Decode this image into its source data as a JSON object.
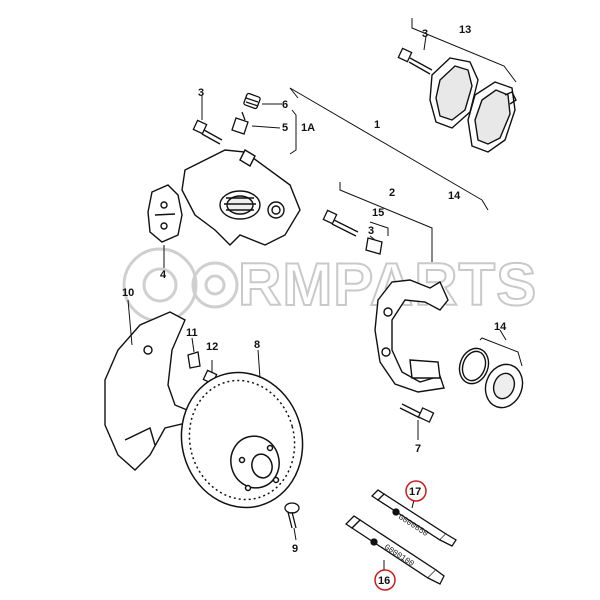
{
  "watermark": {
    "text": "RMPARTS"
  },
  "callouts": {
    "c1": "1",
    "c2": "2",
    "c3a": "3",
    "c3b": "3",
    "c3c": "3",
    "c4": "4",
    "c5": "5",
    "c6": "6",
    "c7": "7",
    "c8": "8",
    "c9": "9",
    "c10": "10",
    "c11": "11",
    "c12": "12",
    "c13": "13",
    "c14a": "14",
    "c14b": "14",
    "c15": "15",
    "c16": "16",
    "c17": "17",
    "c1A": "1A"
  },
  "tubes": {
    "upper_code": "G000650",
    "lower_code": "G000100"
  },
  "colors": {
    "line": "#111111",
    "highlight_circle": "#d21a1a",
    "watermark": "#c9c9c9"
  }
}
